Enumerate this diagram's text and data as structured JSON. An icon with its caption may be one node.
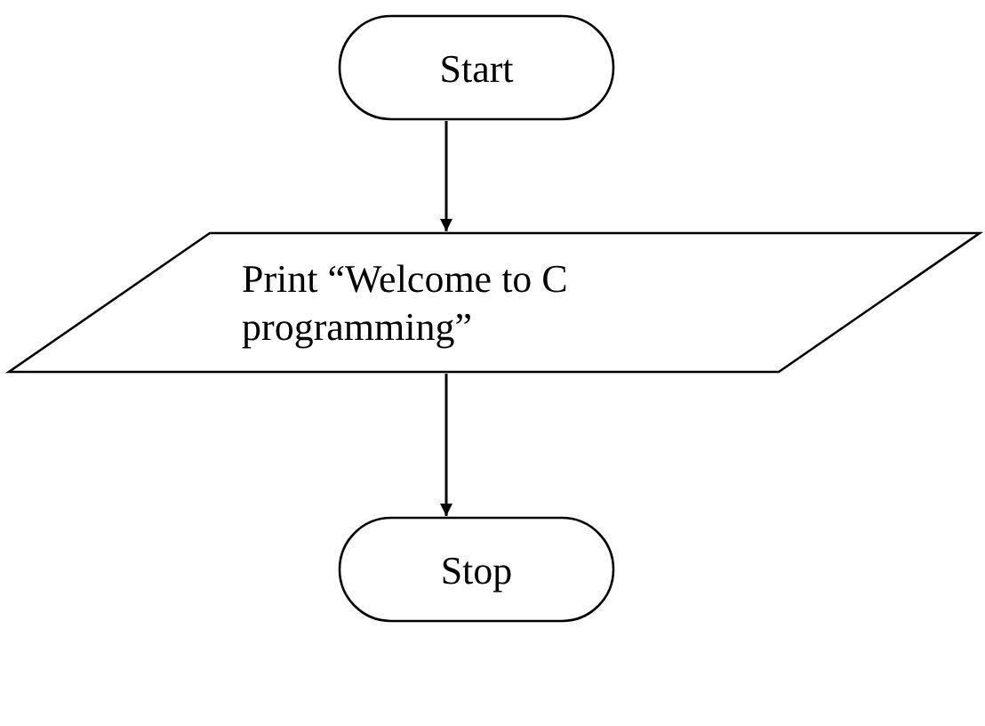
{
  "diagram": {
    "nodes": [
      {
        "text": [
          "Start"
        ]
      },
      {
        "text": [
          "Print “Welcome to C programming”"
        ]
      },
      {
        "text": [
          "Stop"
        ]
      }
    ],
    "edges": [
      {
        "from": 0,
        "to": 1,
        "arrow": "to"
      },
      {
        "from": 1,
        "to": 2,
        "arrow": "to"
      }
    ]
  }
}
